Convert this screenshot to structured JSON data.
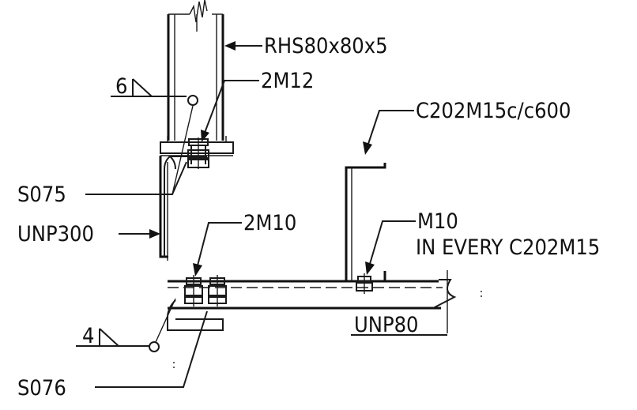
{
  "labels": {
    "rhs": "RHS80x80x5",
    "bolts_top": "2M12",
    "channel_top": "C202M15c/c600",
    "weld_top": "6",
    "plate_top": "S075",
    "bolts_bottom": "2M10",
    "bolt_single": "M10",
    "bolt_single_note": "IN EVERY C202M15",
    "unp300": "UNP300",
    "weld_bottom": "4",
    "unp80": "UNP80",
    "plate_bottom": "S076"
  }
}
